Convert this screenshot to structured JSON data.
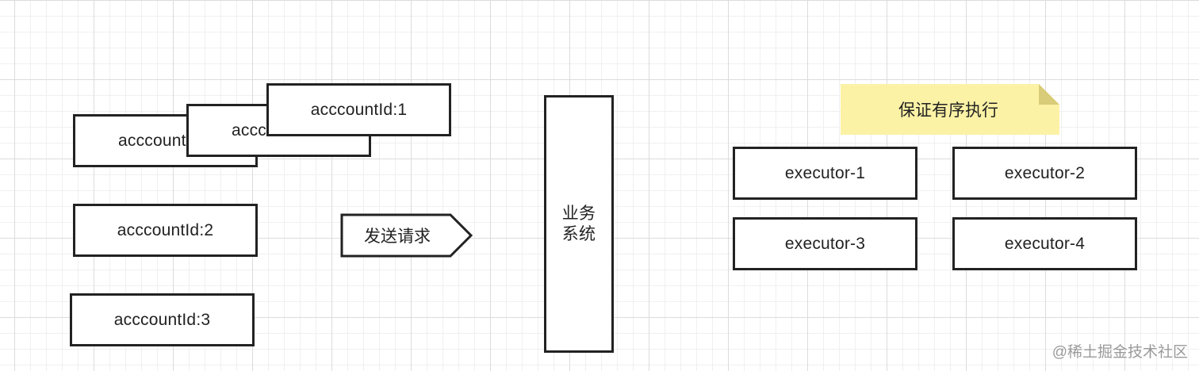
{
  "accounts": {
    "stack_back": "acccountId:1",
    "stack_middle": "acccountId:1",
    "stack_front": "acccountId:1",
    "item2": "acccountId:2",
    "item3": "acccountId:3"
  },
  "arrow": {
    "label": "发送请求"
  },
  "system": {
    "line1": "业务",
    "line2": "系统"
  },
  "note": {
    "label": "保证有序执行",
    "color": "#fbf2a6"
  },
  "executors": [
    {
      "label": "executor-1"
    },
    {
      "label": "executor-2"
    },
    {
      "label": "executor-3"
    },
    {
      "label": "executor-4"
    }
  ],
  "watermark": "@稀土掘金技术社区"
}
